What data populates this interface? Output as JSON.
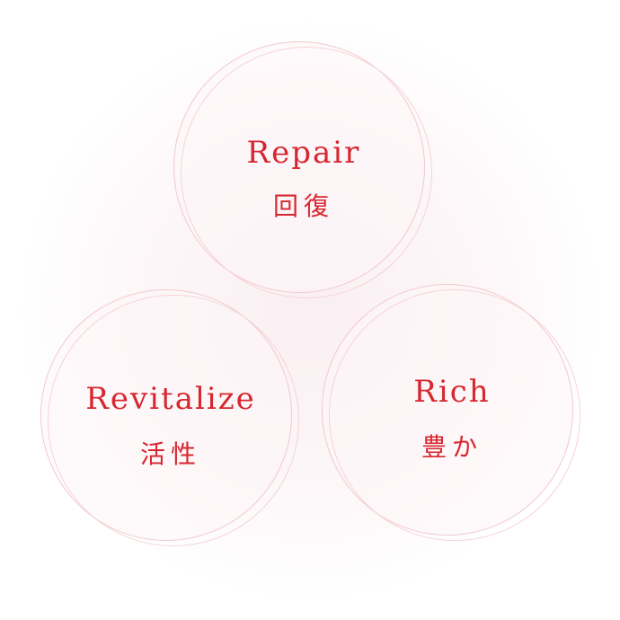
{
  "diagram": {
    "nodes": [
      {
        "id": "repair",
        "english": "Repair",
        "japanese": "回復"
      },
      {
        "id": "revitalize",
        "english": "Revitalize",
        "japanese": "活性"
      },
      {
        "id": "rich",
        "english": "Rich",
        "japanese": "豊か"
      }
    ],
    "colors": {
      "text": "#d7262f",
      "ring": "#f2c9cd",
      "glow": "#f6e2e8"
    }
  }
}
